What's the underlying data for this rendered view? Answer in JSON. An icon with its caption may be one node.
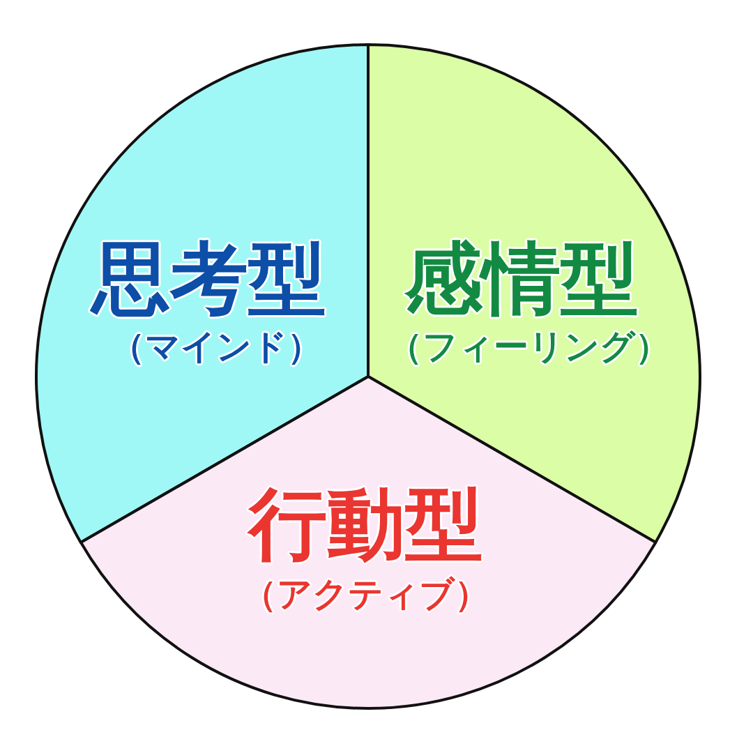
{
  "diagram": {
    "nodes": [
      {
        "text": [
          "思考型",
          "（マインド）"
        ]
      },
      {
        "text": [
          "感情型",
          "（フィーリング）"
        ]
      },
      {
        "text": [
          "行動型",
          "（アクティブ）"
        ]
      }
    ]
  }
}
